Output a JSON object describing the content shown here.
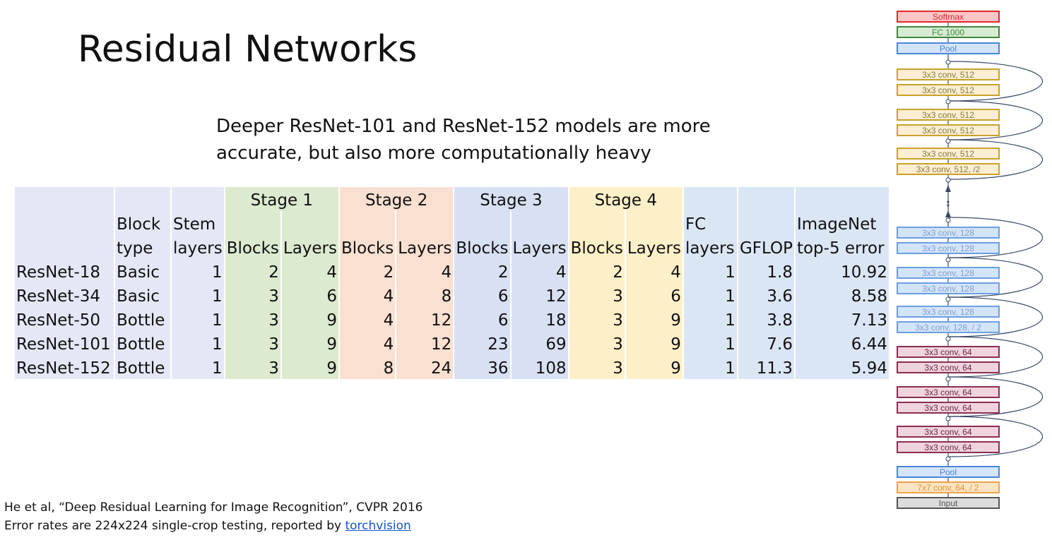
{
  "slide": {
    "title": "Residual Networks",
    "subtitle_line1": "Deeper ResNet-101 and ResNet-152 models are more",
    "subtitle_line2": "accurate, but also more computationally heavy"
  },
  "table": {
    "stage_headers": [
      "Stage 1",
      "Stage 2",
      "Stage 3",
      "Stage 4"
    ],
    "header_row2": {
      "block": "Block",
      "stem": "Stem",
      "fc": "FC",
      "imagenet": "ImageNet"
    },
    "header_row3": {
      "type": "type",
      "layers": "layers",
      "blocks": "Blocks",
      "stage_layers": "Layers",
      "fc_layers": "layers",
      "gflop": "GFLOP",
      "error": "top-5 error"
    },
    "rows": [
      {
        "name": "ResNet-18",
        "block_type": "Basic",
        "stem": "1",
        "s1_blocks": "2",
        "s1_layers": "4",
        "s2_blocks": "2",
        "s2_layers": "4",
        "s3_blocks": "2",
        "s3_layers": "4",
        "s4_blocks": "2",
        "s4_layers": "4",
        "fc": "1",
        "gflop": "1.8",
        "error": "10.92"
      },
      {
        "name": "ResNet-34",
        "block_type": "Basic",
        "stem": "1",
        "s1_blocks": "3",
        "s1_layers": "6",
        "s2_blocks": "4",
        "s2_layers": "8",
        "s3_blocks": "6",
        "s3_layers": "12",
        "s4_blocks": "3",
        "s4_layers": "6",
        "fc": "1",
        "gflop": "3.6",
        "error": "8.58"
      },
      {
        "name": "ResNet-50",
        "block_type": "Bottle",
        "stem": "1",
        "s1_blocks": "3",
        "s1_layers": "9",
        "s2_blocks": "4",
        "s2_layers": "12",
        "s3_blocks": "6",
        "s3_layers": "18",
        "s4_blocks": "3",
        "s4_layers": "9",
        "fc": "1",
        "gflop": "3.8",
        "error": "7.13"
      },
      {
        "name": "ResNet-101",
        "block_type": "Bottle",
        "stem": "1",
        "s1_blocks": "3",
        "s1_layers": "9",
        "s2_blocks": "4",
        "s2_layers": "12",
        "s3_blocks": "23",
        "s3_layers": "69",
        "s4_blocks": "3",
        "s4_layers": "9",
        "fc": "1",
        "gflop": "7.6",
        "error": "6.44"
      },
      {
        "name": "ResNet-152",
        "block_type": "Bottle",
        "stem": "1",
        "s1_blocks": "3",
        "s1_layers": "9",
        "s2_blocks": "8",
        "s2_layers": "24",
        "s3_blocks": "36",
        "s3_layers": "108",
        "s4_blocks": "3",
        "s4_layers": "9",
        "fc": "1",
        "gflop": "11.3",
        "error": "5.94"
      }
    ]
  },
  "architecture": {
    "softmax": "Softmax",
    "fc1000": "FC 1000",
    "pool_top": "Pool",
    "c512_1": "3x3 conv, 512",
    "c512_2": "3x3 conv, 512",
    "c512_3": "3x3 conv, 512",
    "c512_4": "3x3 conv, 512",
    "c512_5": "3x3 conv, 512",
    "c512_6": "3x3 conv, 512, /2",
    "c128_1": "3x3 conv, 128",
    "c128_2": "3x3 conv, 128",
    "c128_3": "3x3 conv, 128",
    "c128_4": "3x3 conv, 128",
    "c128_5": "3x3 conv, 128",
    "c128_6": "3x3 conv, 128, / 2",
    "c64_1": "3x3 conv, 64",
    "c64_2": "3x3 conv, 64",
    "c64_3": "3x3 conv, 64",
    "c64_4": "3x3 conv, 64",
    "c64_5": "3x3 conv, 64",
    "c64_6": "3x3 conv, 64",
    "pool_bottom": "Pool",
    "conv7": "7x7 conv, 64, / 2",
    "input": "Input"
  },
  "footnote": {
    "line1": "He et al, “Deep Residual Learning for Image Recognition”, CVPR 2016",
    "line2_prefix": "Error rates are 224x224 single-crop testing, reported by ",
    "link": "torchvision"
  }
}
